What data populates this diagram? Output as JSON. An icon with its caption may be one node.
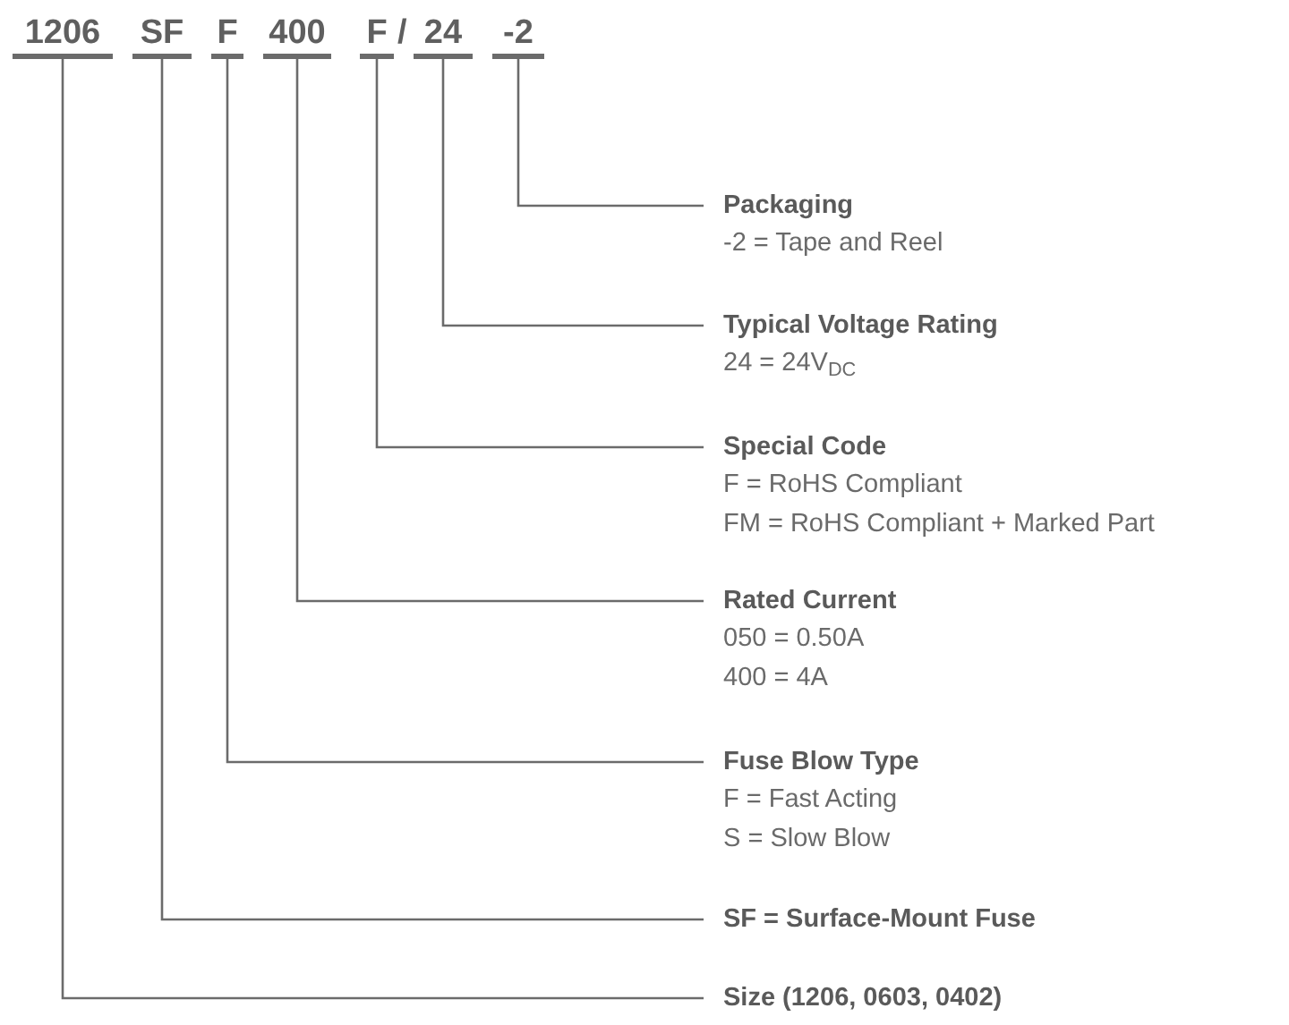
{
  "diagram": {
    "nodes": [
      {
        "text": [
          "1206"
        ]
      },
      {
        "text": [
          "SF"
        ]
      },
      {
        "text": [
          "F"
        ]
      },
      {
        "text": [
          "400"
        ]
      },
      {
        "text": [
          "F"
        ]
      },
      {
        "text": [
          "24"
        ]
      },
      {
        "text": [
          "-2"
        ]
      },
      {
        "text": [
          "Packaging",
          "-2 = Tape and Reel"
        ]
      },
      {
        "text": [
          "Typical Voltage Rating",
          "24 = 24V$_{DC}$"
        ]
      },
      {
        "text": [
          "Special Code",
          "F = RoHS Compliant",
          "FM = RoHS Compliant + Marked Part"
        ]
      },
      {
        "text": [
          "Rated Current",
          "050 = 0.50A",
          "400 = 4A"
        ]
      },
      {
        "text": [
          "Fuse Blow Type",
          "F = Fast Acting",
          "S = Slow Blow"
        ]
      },
      {
        "text": [
          "SF = Surface-Mount Fuse"
        ]
      },
      {
        "text": [
          "Size (1206, 0603, 0402)"
        ]
      }
    ],
    "edges": [
      {
        "from": 6,
        "to": 7,
        "arrow": "none"
      },
      {
        "from": 5,
        "to": 8,
        "arrow": "none"
      },
      {
        "from": 4,
        "to": 9,
        "arrow": "none"
      },
      {
        "from": 3,
        "to": 10,
        "arrow": "none"
      },
      {
        "from": 2,
        "to": 11,
        "arrow": "none"
      },
      {
        "from": 1,
        "to": 12,
        "arrow": "none"
      },
      {
        "from": 0,
        "to": 13,
        "arrow": "none"
      }
    ],
    "labels": [
      "/"
    ]
  }
}
